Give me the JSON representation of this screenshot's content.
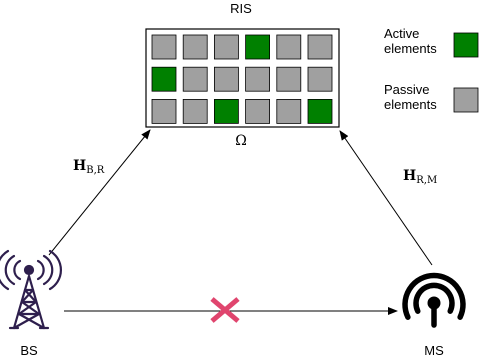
{
  "ris": {
    "title": "RIS",
    "region_symbol": "Ω",
    "grid": [
      [
        "passive",
        "passive",
        "passive",
        "active",
        "passive",
        "passive"
      ],
      [
        "active",
        "passive",
        "passive",
        "passive",
        "passive",
        "passive"
      ],
      [
        "passive",
        "passive",
        "active",
        "passive",
        "passive",
        "active"
      ]
    ]
  },
  "legend": {
    "active": {
      "line1": "Active",
      "line2": "elements",
      "color": "#008000"
    },
    "passive": {
      "line1": "Passive",
      "line2": "elements",
      "color": "#a0a0a0"
    }
  },
  "channels": {
    "br": {
      "main": "H",
      "sub": "B,R"
    },
    "rm": {
      "main": "H",
      "sub": "R,M"
    }
  },
  "nodes": {
    "bs": {
      "label": "BS",
      "icon": "cell-tower-icon",
      "color": "#2e1f4d"
    },
    "ms": {
      "label": "MS",
      "icon": "wireless-signal-icon",
      "color": "#000000"
    }
  },
  "blocked_link": {
    "icon": "cross-icon",
    "color": "#e0456e"
  }
}
